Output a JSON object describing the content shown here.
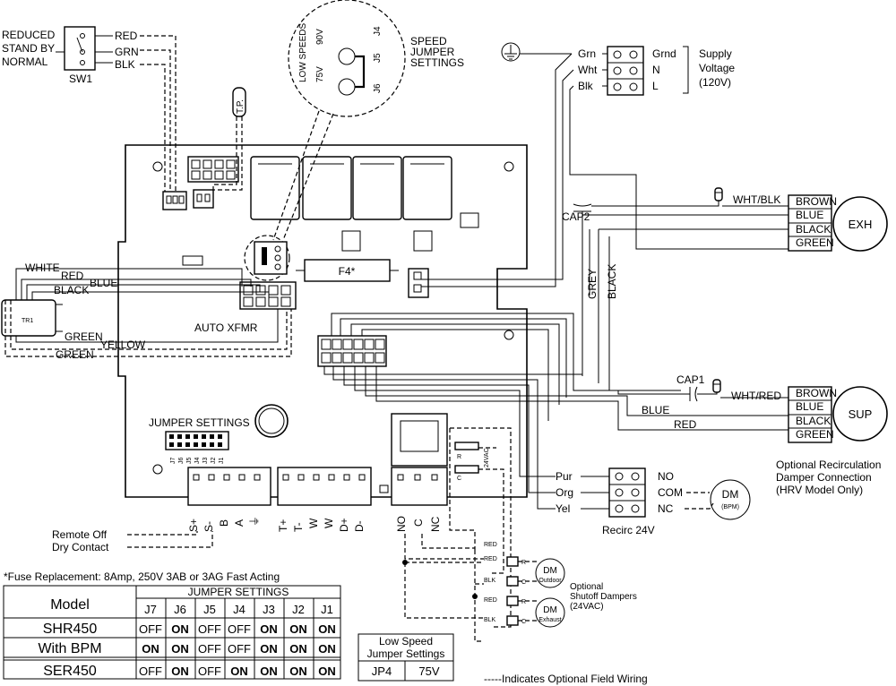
{
  "switch": {
    "lines": [
      "REDUCED",
      "STAND BY",
      "NORMAL"
    ],
    "label": "SW1",
    "wires": [
      "RED",
      "GRN",
      "BLK"
    ]
  },
  "speed": {
    "low_speeds": "LOW SPEEDS",
    "v90": "90V",
    "v75": "75V",
    "j4": "J4",
    "j5": "J5",
    "j6": "J6",
    "title": [
      "SPEED",
      "JUMPER",
      "SETTINGS"
    ]
  },
  "tp": "T.P.",
  "supply": {
    "wires": [
      "Grn",
      "Wht",
      "Blk"
    ],
    "terms": [
      "Grnd",
      "N",
      "L"
    ],
    "title": [
      "Supply",
      "Voltage",
      "(120V)"
    ]
  },
  "fuse": "F4*",
  "left_wires": {
    "white": "WHITE",
    "red": "RED",
    "blue": "BLUE",
    "black": "BLACK",
    "green1": "GREEN",
    "yellow": "YELLOW",
    "green2": "GREEN",
    "tr": "TR1",
    "auto": "AUTO XFMR"
  },
  "exh": {
    "label": "EXH",
    "cap": "CAP2",
    "splice": "WHT/BLK",
    "wires": [
      "BROWN",
      "BLUE",
      "BLACK",
      "GREEN"
    ]
  },
  "mid_wires": {
    "grey": "GREY",
    "black": "BLACK"
  },
  "sup": {
    "label": "SUP",
    "cap": "CAP1",
    "splice": "WHT/RED",
    "wires": [
      "BROWN",
      "BLUE",
      "BLACK",
      "GREEN"
    ],
    "in_blue": "BLUE",
    "in_red": "RED"
  },
  "recirc": {
    "wires": [
      "Pur",
      "Org",
      "Yel"
    ],
    "terms": [
      "NO",
      "COM",
      "NC"
    ],
    "label": "Recirc 24V",
    "dm": "DM",
    "bpm": "(BPM)",
    "note": [
      "Optional Recirculation",
      "Damper Connection",
      "(HRV Model Only)"
    ]
  },
  "jumpers": {
    "title": "JUMPER SETTINGS",
    "labels": [
      "J7",
      "J6",
      "J5",
      "J4",
      "J3",
      "J2",
      "J1"
    ]
  },
  "terminals": {
    "left": [
      "S+",
      "S-",
      "B",
      "A",
      "⏚"
    ],
    "mid": [
      "T+",
      "T-",
      "W",
      "W",
      "D+",
      "D-"
    ],
    "relay": [
      "NO",
      "C",
      "NC"
    ],
    "relay_r": "R",
    "relay_c": "C",
    "vac": "24VAC"
  },
  "remote": [
    "Remote Off",
    "Dry Contact"
  ],
  "fuse_note": "*Fuse Replacement: 8Amp, 250V 3AB or 3AG Fast Acting",
  "table": {
    "col_header": "Model",
    "group_header": "JUMPER SETTINGS",
    "cols": [
      "J7",
      "J6",
      "J5",
      "J4",
      "J3",
      "J2",
      "J1"
    ],
    "rows": [
      {
        "model": "SHR450",
        "vals": [
          "OFF",
          "ON",
          "OFF",
          "OFF",
          "ON",
          "ON",
          "ON"
        ]
      },
      {
        "model": "With BPM",
        "vals": [
          "ON",
          "ON",
          "OFF",
          "OFF",
          "ON",
          "ON",
          "ON"
        ]
      },
      {
        "model": "SER450",
        "vals": [
          "OFF",
          "ON",
          "OFF",
          "ON",
          "ON",
          "ON",
          "ON"
        ]
      }
    ]
  },
  "low_speed": {
    "title": [
      "Low Speed",
      "Jumper Settings"
    ],
    "jp": "JP4",
    "val": "75V"
  },
  "dampers": {
    "red": "RED",
    "blk": "BLK",
    "r": "R",
    "c": "C",
    "dm": "DM",
    "outdoor": "Outdoor",
    "exhaust": "Exhaust",
    "note": [
      "Optional",
      "Shutoff Dampers",
      "(24VAC)"
    ]
  },
  "legend": "-----Indicates Optional Field Wiring"
}
